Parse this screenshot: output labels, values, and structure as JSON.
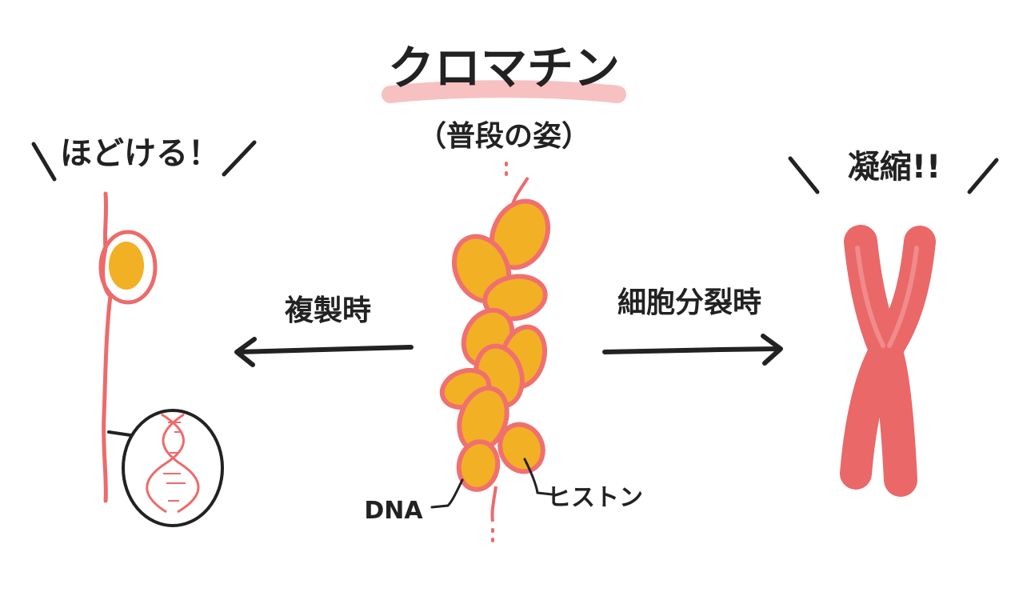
{
  "title": "クロマチン",
  "subtitle": "（普段の姿）",
  "left_state": {
    "exclamation": "ほどける！",
    "arrow_label": "複製時"
  },
  "right_state": {
    "exclamation": "凝縮!!",
    "arrow_label": "細胞分裂時"
  },
  "labels": {
    "dna": "DNA",
    "histone": "ヒストン"
  },
  "colors": {
    "strand": "#ee6a6a",
    "histone_fill": "#f2b024",
    "histone_outline": "#f07070",
    "chromosome": "#ea6868",
    "title_highlight": "#f4a7a7",
    "ink": "#222222"
  }
}
